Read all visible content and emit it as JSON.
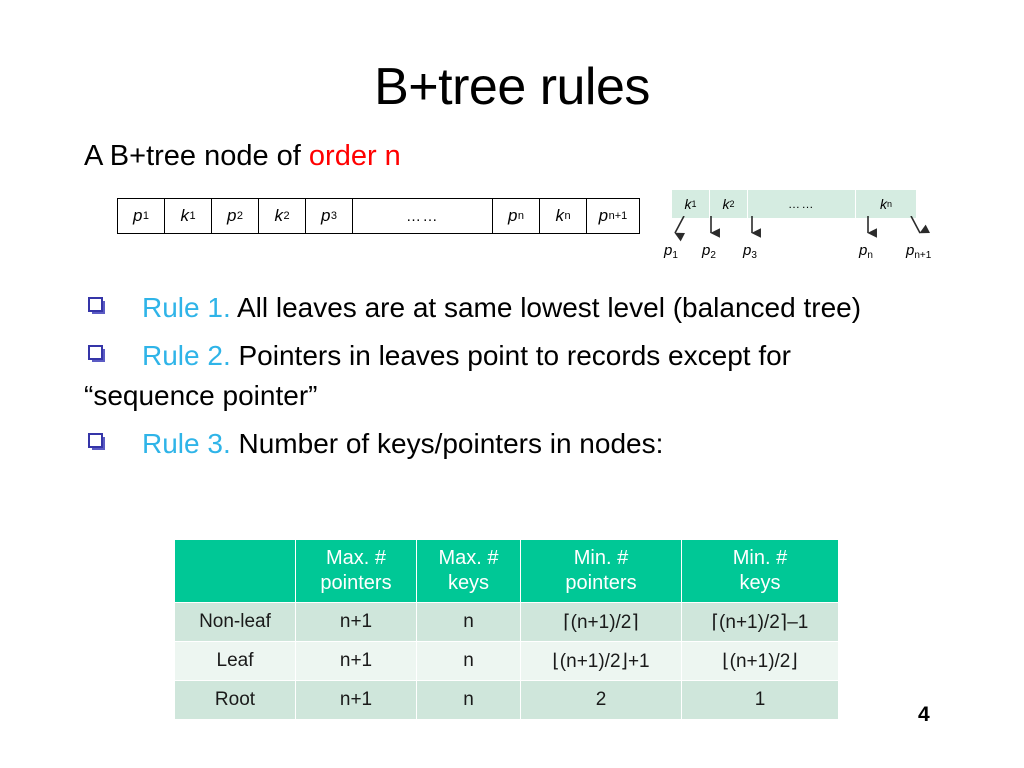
{
  "slide": {
    "title": "B+tree rules",
    "subtitle_prefix": "A B+tree node of ",
    "subtitle_accent": "order n",
    "page_number": "4",
    "accent_red": "#ff0000",
    "accent_cyan": "#2fb4e8",
    "bullet_blue": "#3535a8",
    "table_header_green": "#00c896",
    "row_shade_dark": "#cfe6db",
    "row_shade_light": "#edf6f1",
    "bar_green": "#d5ece1"
  },
  "node_diagram": {
    "cells": [
      {
        "base": "p",
        "sub": "1"
      },
      {
        "base": "k",
        "sub": "1"
      },
      {
        "base": "p",
        "sub": "2"
      },
      {
        "base": "k",
        "sub": "2"
      },
      {
        "base": "p",
        "sub": "3"
      },
      {
        "base": "……",
        "sub": ""
      },
      {
        "base": "p",
        "sub": "n"
      },
      {
        "base": "k",
        "sub": "n"
      },
      {
        "base": "p",
        "sub": "n+1"
      }
    ]
  },
  "kp_diagram": {
    "keys": [
      {
        "base": "k",
        "sub": "1"
      },
      {
        "base": "k",
        "sub": "2"
      },
      {
        "base": "……",
        "sub": ""
      },
      {
        "base": "k",
        "sub": "n"
      }
    ],
    "pointers": [
      {
        "base": "p",
        "sub": "1"
      },
      {
        "base": "p",
        "sub": "2"
      },
      {
        "base": "p",
        "sub": "3"
      },
      {
        "base": "p",
        "sub": "n"
      },
      {
        "base": "p",
        "sub": "n+1"
      }
    ]
  },
  "rules": [
    {
      "name": "Rule 1.",
      "text": " All leaves are at same lowest level (balanced tree)"
    },
    {
      "name": "Rule 2.",
      "text": " Pointers in leaves point to records except for",
      "continuation": "“sequence pointer”"
    },
    {
      "name": "Rule 3.",
      "text": " Number of keys/pointers in nodes:"
    }
  ],
  "table": {
    "headers": [
      "",
      "Max. # pointers",
      "Max. # keys",
      "Min. # pointers",
      "Min. # keys"
    ],
    "header_lines": [
      [
        "",
        ""
      ],
      [
        "Max. #",
        "pointers"
      ],
      [
        "Max. #",
        "keys"
      ],
      [
        "Min. #",
        "pointers"
      ],
      [
        "Min. #",
        "keys"
      ]
    ],
    "rows": [
      {
        "label": "Non-leaf",
        "max_pointers": "n+1",
        "max_keys": "n",
        "min_pointers": "⌈(n+1)/2⌉",
        "min_keys": "⌈(n+1)/2⌉–1"
      },
      {
        "label": "Leaf",
        "max_pointers": "n+1",
        "max_keys": "n",
        "min_pointers": "⌊(n+1)/2⌋+1",
        "min_keys": "⌊(n+1)/2⌋"
      },
      {
        "label": "Root",
        "max_pointers": "n+1",
        "max_keys": "n",
        "min_pointers": "2",
        "min_keys": "1"
      }
    ]
  }
}
